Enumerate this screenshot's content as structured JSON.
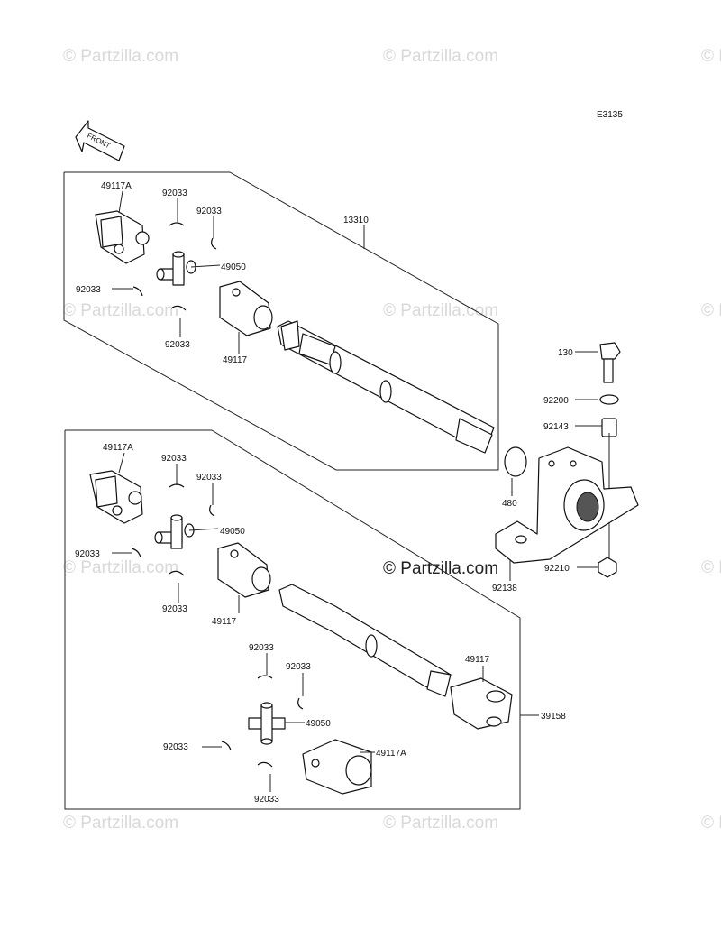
{
  "diagram_id": "E3135",
  "front_label": "FRONT",
  "watermark": "© Partzilla.com",
  "labels": {
    "l1": "49117A",
    "l2": "92033",
    "l3": "92033",
    "l4": "13310",
    "l5": "49050",
    "l6": "92033",
    "l7": "92033",
    "l8": "49117",
    "l9": "130",
    "l10": "92200",
    "l11": "92143",
    "l12": "480",
    "l13": "92138",
    "l14": "92210",
    "l15": "49117A",
    "l16": "92033",
    "l17": "92033",
    "l18": "49050",
    "l19": "92033",
    "l20": "92033",
    "l21": "49117",
    "l22": "92033",
    "l23": "92033",
    "l24": "49117",
    "l25": "49050",
    "l26": "39158",
    "l27": "92033",
    "l28": "49117A",
    "l29": "92033"
  }
}
